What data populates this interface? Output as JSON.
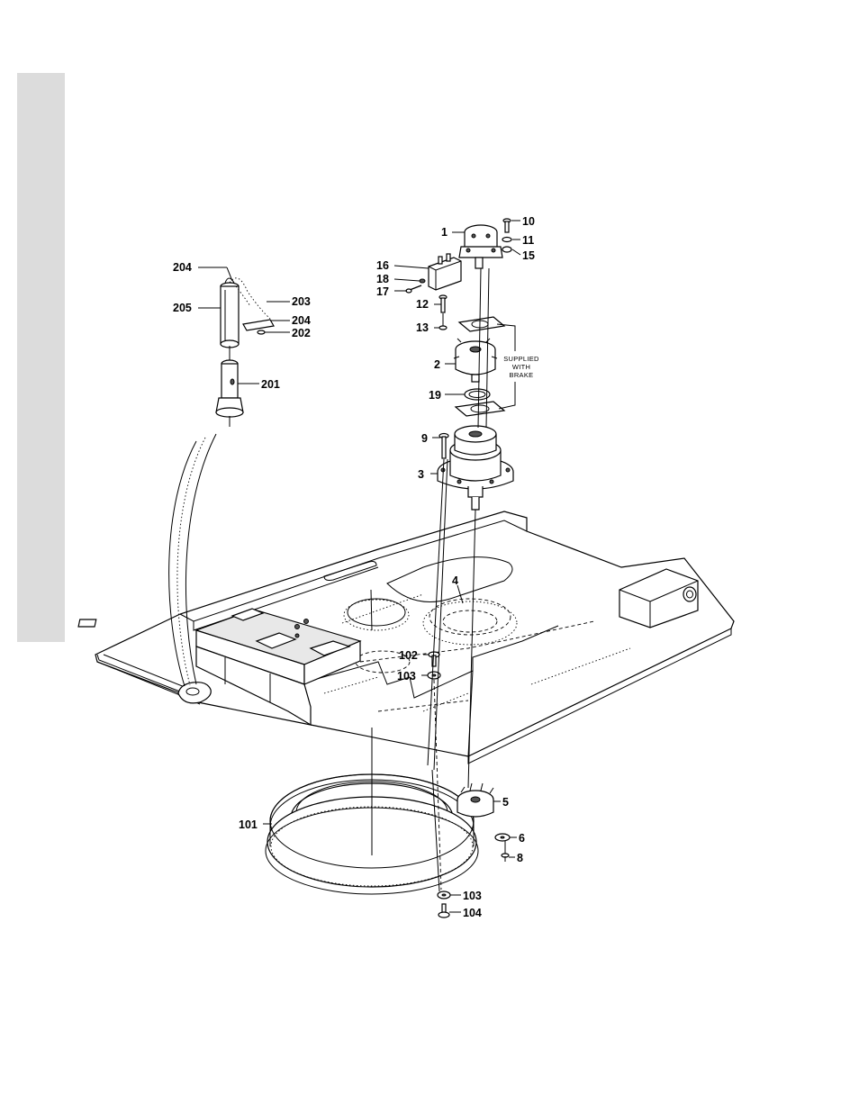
{
  "callouts": [
    {
      "id": "c1",
      "text": "1"
    },
    {
      "id": "c10",
      "text": "10"
    },
    {
      "id": "c11",
      "text": "11"
    },
    {
      "id": "c15",
      "text": "15"
    },
    {
      "id": "c16",
      "text": "16"
    },
    {
      "id": "c18",
      "text": "18"
    },
    {
      "id": "c17",
      "text": "17"
    },
    {
      "id": "c12",
      "text": "12"
    },
    {
      "id": "c13",
      "text": "13"
    },
    {
      "id": "c2",
      "text": "2"
    },
    {
      "id": "c19",
      "text": "19"
    },
    {
      "id": "c9",
      "text": "9"
    },
    {
      "id": "c3",
      "text": "3"
    },
    {
      "id": "c4",
      "text": "4"
    },
    {
      "id": "c102",
      "text": "102"
    },
    {
      "id": "c103a",
      "text": "103"
    },
    {
      "id": "c5",
      "text": "5"
    },
    {
      "id": "c6",
      "text": "6"
    },
    {
      "id": "c8",
      "text": "8"
    },
    {
      "id": "c101",
      "text": "101"
    },
    {
      "id": "c103b",
      "text": "103"
    },
    {
      "id": "c104",
      "text": "104"
    },
    {
      "id": "c204a",
      "text": "204"
    },
    {
      "id": "c205",
      "text": "205"
    },
    {
      "id": "c203",
      "text": "203"
    },
    {
      "id": "c204b",
      "text": "204"
    },
    {
      "id": "c202",
      "text": "202"
    },
    {
      "id": "c201",
      "text": "201"
    }
  ],
  "brake_note": {
    "line1": "SUPPLIED",
    "line2": "WITH",
    "line3": "BRAKE"
  }
}
